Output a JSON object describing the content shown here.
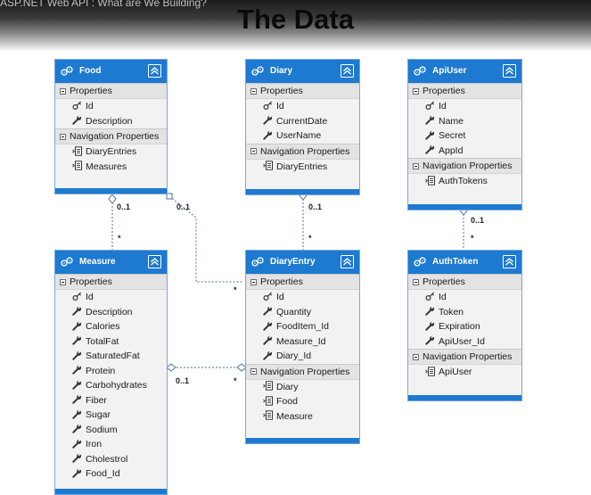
{
  "video_title": "ASP.NET Web API : What are We Building?",
  "slide_title": "The Data",
  "entities": {
    "food": {
      "name": "Food",
      "properties_label": "Properties",
      "properties": [
        "Id",
        "Description"
      ],
      "nav_label": "Navigation Properties",
      "navigation": [
        "DiaryEntries",
        "Measures"
      ]
    },
    "diary": {
      "name": "Diary",
      "properties_label": "Properties",
      "properties": [
        "Id",
        "CurrentDate",
        "UserName"
      ],
      "nav_label": "Navigation Properties",
      "navigation": [
        "DiaryEntries"
      ]
    },
    "apiuser": {
      "name": "ApiUser",
      "properties_label": "Properties",
      "properties": [
        "Id",
        "Name",
        "Secret",
        "AppId"
      ],
      "nav_label": "Navigation Properties",
      "navigation": [
        "AuthTokens"
      ]
    },
    "measure": {
      "name": "Measure",
      "properties_label": "Properties",
      "properties": [
        "Id",
        "Description",
        "Calories",
        "TotalFat",
        "SaturatedFat",
        "Protein",
        "Carbohydrates",
        "Fiber",
        "Sugar",
        "Sodium",
        "Iron",
        "Cholestrol",
        "Food_Id"
      ]
    },
    "diaryentry": {
      "name": "DiaryEntry",
      "properties_label": "Properties",
      "properties": [
        "Id",
        "Quantity",
        "FoodItem_Id",
        "Measure_Id",
        "Diary_Id"
      ],
      "nav_label": "Navigation Properties",
      "navigation": [
        "Diary",
        "Food",
        "Measure"
      ]
    },
    "authtoken": {
      "name": "AuthToken",
      "properties_label": "Properties",
      "properties": [
        "Id",
        "Token",
        "Expiration",
        "ApiUser_Id"
      ],
      "nav_label": "Navigation Properties",
      "navigation": [
        "ApiUser"
      ]
    }
  },
  "multiplicities": {
    "food_measure_one": "0..1",
    "food_measure_many": "*",
    "food_diaryentry_one": "0..1",
    "food_diaryentry_many": "*",
    "diary_diaryentry_one": "0..1",
    "diary_diaryentry_many": "*",
    "apiuser_authtoken_one": "0..1",
    "apiuser_authtoken_many": "*",
    "measure_diaryentry_one": "0..1",
    "measure_diaryentry_many": "*"
  },
  "colors": {
    "header": "#1d7ad0",
    "section": "#e3e3e3",
    "body": "#f2f2f2",
    "connector": "#4a6f9e"
  }
}
